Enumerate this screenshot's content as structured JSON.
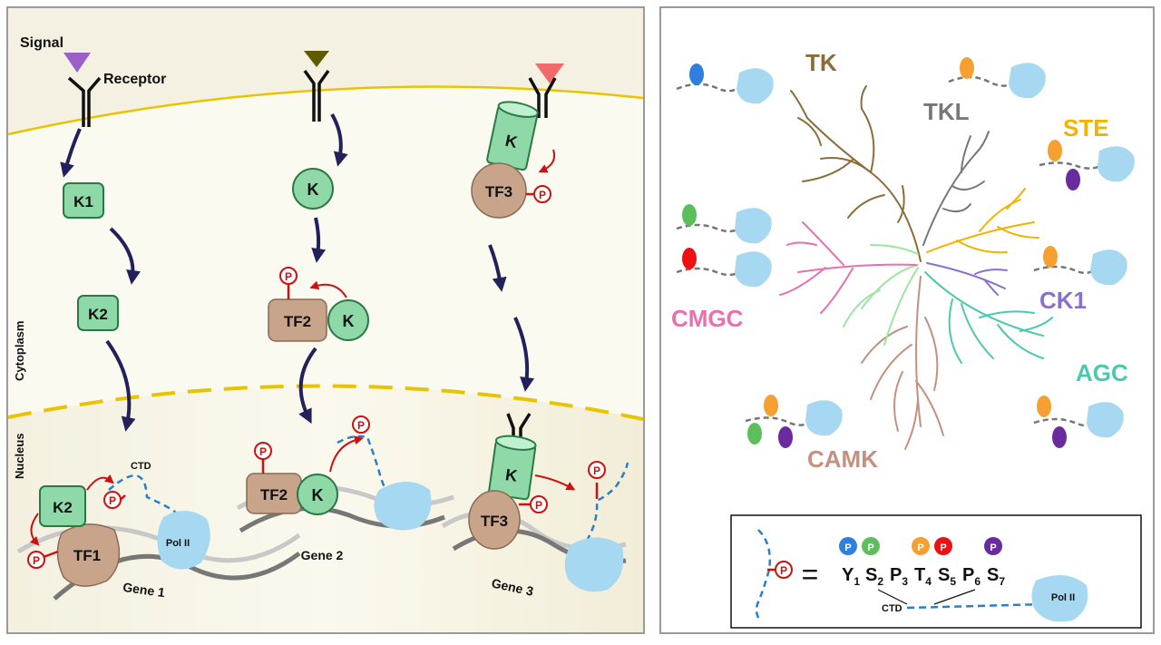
{
  "left_panel": {
    "signal_label": "Signal",
    "receptor_label": "Receptor",
    "cytoplasm_label": "Cytoplasm",
    "nucleus_label": "Nucleus",
    "ctd_label": "CTD",
    "k1": "K1",
    "k2": "K2",
    "k": "K",
    "tf1": "TF1",
    "tf2": "TF2",
    "tf3": "TF3",
    "pol2": "Pol II",
    "p": "P",
    "gene1": "Gene 1",
    "gene2": "Gene 2",
    "gene3": "Gene 3"
  },
  "right_panel": {
    "groups": [
      {
        "name": "TK",
        "color": "#8a6d3b"
      },
      {
        "name": "TKL",
        "color": "#777777"
      },
      {
        "name": "STE",
        "color": "#f0b400"
      },
      {
        "name": "CK1",
        "color": "#8a6fd0"
      },
      {
        "name": "AGC",
        "color": "#4cc8b0"
      },
      {
        "name": "CAMK",
        "color": "#c49080"
      },
      {
        "name": "CMGC",
        "color": "#e86fb0"
      }
    ],
    "legend": {
      "residues": [
        {
          "aa": "Y",
          "sub": "1"
        },
        {
          "aa": "S",
          "sub": "2"
        },
        {
          "aa": "P",
          "sub": "3"
        },
        {
          "aa": "T",
          "sub": "4"
        },
        {
          "aa": "S",
          "sub": "5"
        },
        {
          "aa": "P",
          "sub": "6"
        },
        {
          "aa": "S",
          "sub": "7"
        }
      ],
      "equals": "=",
      "ctd_label": "CTD",
      "pol2": "Pol II",
      "p": "P"
    }
  },
  "colors": {
    "arrow": "#23215c",
    "kinase_fill": "#8fd9a8",
    "kinase_stroke": "#2a7a45",
    "tf_fill": "#c8a58a",
    "pol_fill": "#a6d8f2",
    "phospho": "#cc1111",
    "membrane": "#e8c400",
    "p_blue": "#2f7fe0",
    "p_green": "#5cbf5c",
    "p_orange": "#f5a030",
    "p_red": "#ee1111",
    "p_purple": "#6a2aa0"
  }
}
